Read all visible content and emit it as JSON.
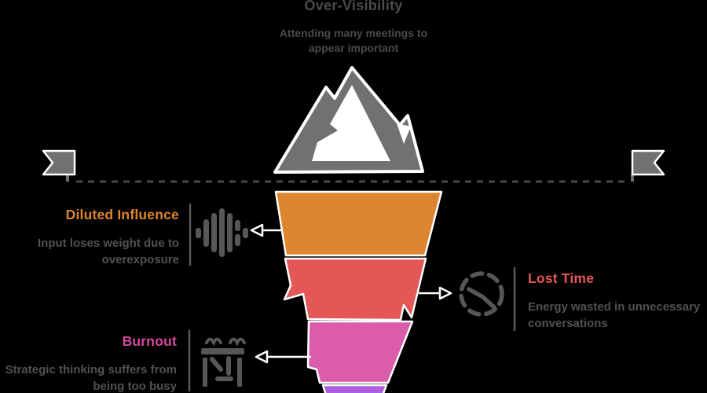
{
  "title": "Over-Visibility",
  "subtitle_lines": [
    "Attending many meetings to",
    "appear important"
  ],
  "colors": {
    "background": "#000000",
    "funnel_stage_1": "#DE8530",
    "funnel_stage_2": "#E45756",
    "funnel_stage_3": "#DC5CAC",
    "funnel_stage_4": "#AE5FE0",
    "heading_diluted": "#DE8530",
    "heading_lost_time": "#E45756",
    "heading_burnout": "#D6479E",
    "shape_gray": "#717171",
    "icon_gray": "#575757",
    "text_gray": "#4a4a4a"
  },
  "decorations": {
    "mountain_icon": "mountain-icon",
    "ribbon_left": "ribbon-left-icon",
    "ribbon_right": "ribbon-right-icon",
    "timeline": "dashed-line"
  },
  "funnel": {
    "segments": [
      {
        "name": "stage-1",
        "color": "#DE8530"
      },
      {
        "name": "stage-2",
        "color": "#E45756"
      },
      {
        "name": "stage-3",
        "color": "#DC5CAC"
      },
      {
        "name": "stage-4",
        "color": "#AE5FE0"
      }
    ]
  },
  "callouts": [
    {
      "id": "diluted-influence",
      "side": "left",
      "label": "Diluted Influence",
      "description_lines": [
        "Input loses weight due to",
        "overexposure"
      ],
      "icon": "waveform-icon",
      "accent": "#DE8530"
    },
    {
      "id": "lost-time",
      "side": "right",
      "label": "Lost Time",
      "description_lines": [
        "Energy wasted in unnecessary",
        "conversations"
      ],
      "icon": "clock-icon",
      "accent": "#E45756"
    },
    {
      "id": "burnout",
      "side": "left",
      "label": "Burnout",
      "description_lines": [
        "Strategic thinking suffers from",
        "being too busy"
      ],
      "icon": "desk-icon",
      "accent": "#D6479E"
    }
  ]
}
